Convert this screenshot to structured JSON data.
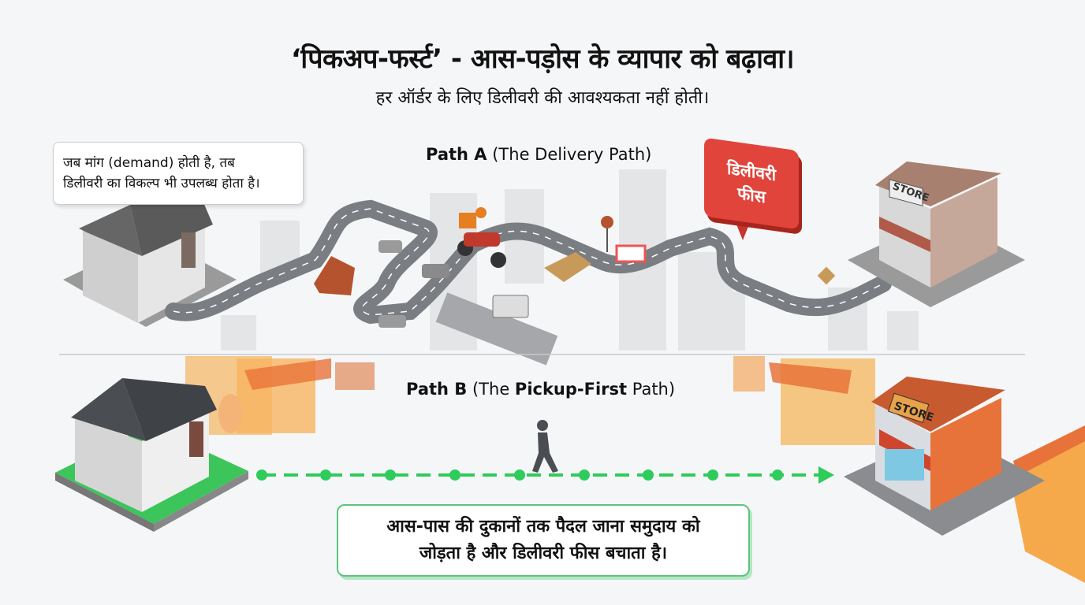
{
  "header": {
    "title": "‘पिकअप-फर्स्ट’ - आस-पड़ोस के व्यापार को बढ़ावा।",
    "subtitle": "हर ऑर्डर के लिए डिलीवरी की आवश्यकता नहीं होती।"
  },
  "callout": {
    "line1": "जब मांग (demand) होती है, तब",
    "line2": "डिलीवरी का विकल्प भी उपलब्ध होता है।"
  },
  "path_a": {
    "label_bold": "Path A",
    "label_rest": " (The Delivery Path)",
    "fee_bubble_line1": "डिलीवरी",
    "fee_bubble_line2": "फीस",
    "store_sign": "STORE"
  },
  "path_b": {
    "label_bold": "Path B",
    "label_mid": " (The ",
    "label_bold2": "Pickup-First",
    "label_end": " Path)",
    "store_sign": "STORE",
    "info_line1": "आस-पास की दुकानों तक पैदल जाना समुदाय को",
    "info_line2": "जोड़ता है और डिलीवरी फीस बचाता है।"
  },
  "colors": {
    "accent_green": "#2ecc5a",
    "fee_red": "#e0443a",
    "store_orange": "#e8733a"
  }
}
